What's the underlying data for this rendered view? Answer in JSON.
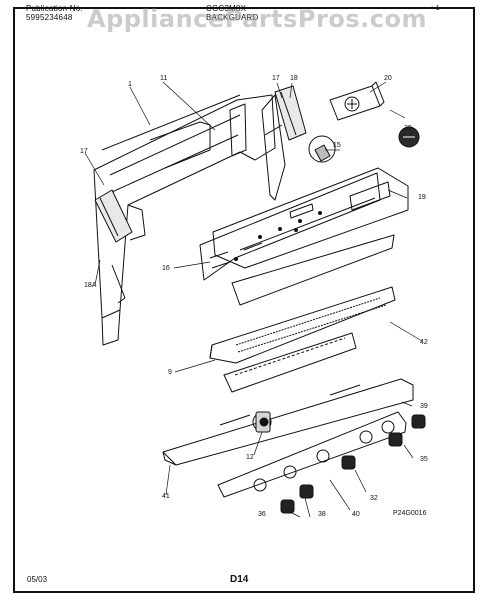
{
  "header": {
    "publication_label": "Publication No.",
    "publication_number": "5995234648",
    "model": "CGC3M8X",
    "section": "BACKGUARD",
    "corner_mark": "• 1"
  },
  "watermark": "AppliancePartsPros.com",
  "callouts": [
    "1",
    "11",
    "17",
    "18",
    "20",
    "29",
    "15",
    "17",
    "19",
    "16",
    "18A",
    "42",
    "9",
    "39",
    "12",
    "35",
    "32",
    "41",
    "36",
    "38",
    "40"
  ],
  "footer": {
    "date": "05/03",
    "page_id": "D14",
    "diagram_code": "P24G0016"
  }
}
